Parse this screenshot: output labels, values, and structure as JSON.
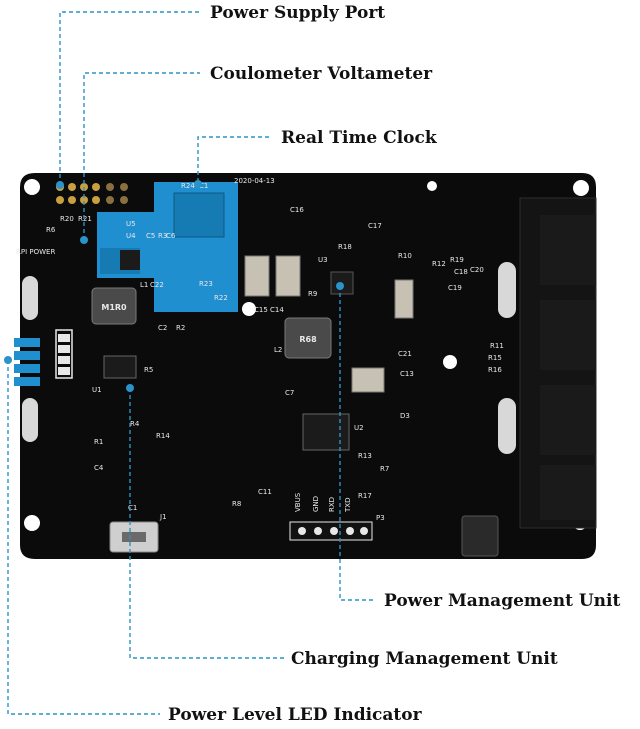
{
  "callouts": {
    "power_supply_port": "Power Supply Port",
    "coulometer_voltameter": "Coulometer Voltameter",
    "real_time_clock": "Real Time Clock",
    "power_management_unit": "Power Management Unit",
    "charging_management_unit": "Charging Management Unit",
    "power_level_led_indicator": "Power Level LED Indicator"
  },
  "board": {
    "date_code": "2020-04-13",
    "rpi_power": "RPI POWER",
    "inductor_l1": "M1R0",
    "inductor_l2": "R68",
    "p3_pins": [
      "VBUS",
      "GND",
      "RXD",
      "TXD"
    ]
  },
  "silkscreen": {
    "R20": "R20",
    "R21": "R21",
    "R6": "R6",
    "U5": "U5",
    "U4": "U4",
    "C5": "C5",
    "R3": "R3",
    "L1": "L1",
    "C22": "C22",
    "R24": "R24",
    "C1": "C1",
    "R23": "R23",
    "R22": "R22",
    "C16": "C16",
    "C17": "C17",
    "R18": "R18",
    "U3": "U3",
    "R10": "R10",
    "R9": "R9",
    "C15": "C15",
    "C14": "C14",
    "L2": "L2",
    "C21": "C21",
    "C13": "C13",
    "C7": "C7",
    "C2": "C2",
    "R2": "R2",
    "R5": "R5",
    "U1": "U1",
    "R4": "R4",
    "R14": "R14",
    "R1": "R1",
    "C4": "C4",
    "R8": "R8",
    "C11": "C11",
    "J1": "J1",
    "U2": "U2",
    "R13": "R13",
    "R7": "R7",
    "R17": "R17",
    "P3": "P3",
    "D3": "D3",
    "R15": "R15",
    "R16": "R16",
    "C20": "C20",
    "R19": "R19",
    "C18": "C18",
    "C19": "C19",
    "R12": "R12",
    "R11": "R11",
    "C6": "C6"
  },
  "colors": {
    "board": "#0b0b0b",
    "highlight": "#1f8fcf",
    "leader": "#2a93c9",
    "silkscreen": "#e8e8e8"
  }
}
